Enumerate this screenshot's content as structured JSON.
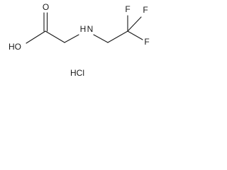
{
  "molecule": {
    "atoms": {
      "oxygen_carbonyl": "O",
      "hydroxyl": "HO",
      "amine": "H",
      "amine_n": "N",
      "fluorine_left": "F",
      "fluorine_right": "F",
      "fluorine_bottom": "F"
    },
    "salt": "HCl"
  }
}
